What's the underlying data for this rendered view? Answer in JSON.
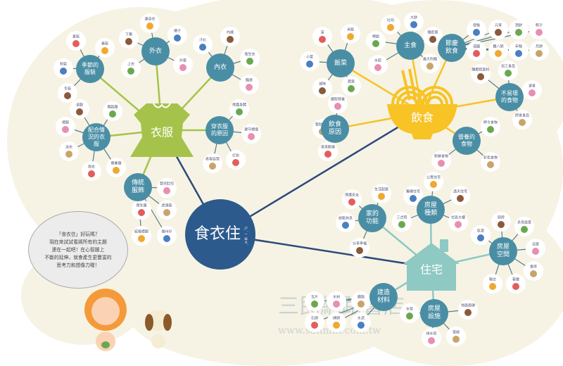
{
  "center": {
    "label": "食衣住",
    "ruby": "ㄕˊ ㄧ ㄓㄨˋ",
    "color": "#2c5a8c"
  },
  "colors": {
    "background": "#f6f3e4",
    "hub": "#4a8ea5",
    "clothing": "#a5c34a",
    "food": "#f7c325",
    "housing": "#8ec9c3",
    "line_main": "#2c4a7c"
  },
  "branches": [
    {
      "label": "衣服",
      "shape": "dress-icon",
      "hubs": [
        {
          "label": "季節的服裝",
          "leaves": [
            "夏裝",
            "春裝",
            "秋裝",
            "冬裝"
          ]
        },
        {
          "label": "外衣",
          "leaves": [
            "連身衣",
            "襪子",
            "下著",
            "上衣",
            "外套"
          ]
        },
        {
          "label": "內衣",
          "leaves": [
            "汗衫",
            "內褲",
            "衛生衣",
            "胸罩"
          ]
        },
        {
          "label": "配合情況的衣服",
          "leaves": [
            "道服",
            "舞蹈服",
            "禮服",
            "泳衣",
            "雨衣",
            "畢業服"
          ]
        },
        {
          "label": "穿衣服的原因",
          "leaves": [
            "保護身體",
            "遵守禮儀",
            "表現自我",
            "打扮"
          ]
        },
        {
          "label": "傳統服飾",
          "leaves": [
            "嬰兒肚兜",
            "虎頭裝",
            "保生服",
            "結婚禮服",
            "福州衫"
          ]
        }
      ]
    },
    {
      "label": "飲食",
      "shape": "noodle-bowl-icon",
      "hubs": [
        {
          "label": "飯菜",
          "leaves": [
            "湯",
            "米飯",
            "小菜",
            "滷味",
            "蔬菜"
          ]
        },
        {
          "label": "主食",
          "leaves": [
            "吐司",
            "大餅",
            "麵疙瘩",
            "稀飯",
            "水餃",
            "義大利麵"
          ]
        },
        {
          "label": "節慶飲食",
          "leaves": [
            "發糕",
            "元宵",
            "潤餅",
            "粽子",
            "月餅",
            "湯圓",
            "臘八粥",
            "年糕"
          ]
        },
        {
          "label": "不易壞的食物",
          "leaves": [
            "醃肥和飲料",
            "加工食品",
            "速食",
            "即食食品"
          ]
        },
        {
          "label": "營養的食物",
          "leaves": [
            "時令食物",
            "新鮮食物",
            "彩色食物"
          ]
        },
        {
          "label": "飲食原因",
          "leaves": [
            "攝取營養",
            "幫助成長",
            "帶來歡樂"
          ]
        }
      ]
    },
    {
      "label": "住宅",
      "shape": "house-icon",
      "hubs": [
        {
          "label": "家的功能",
          "leaves": [
            "保護安全",
            "生活起居",
            "放鬆休息",
            "分享幸福"
          ]
        },
        {
          "label": "房屋種類",
          "leaves": [
            "公寓住宅",
            "獨棟住宅",
            "透天住宅",
            "三合院",
            "社區大樓"
          ]
        },
        {
          "label": "房屋空間",
          "leaves": [
            "臥室",
            "廚房",
            "多用途室",
            "浴室",
            "書房",
            "客廳",
            "陽台"
          ]
        },
        {
          "label": "房屋設施",
          "leaves": [
            "地面瓷磚",
            "水管",
            "排水管",
            "電線"
          ]
        },
        {
          "label": "建造材料",
          "leaves": [
            "瓦片",
            "木材",
            "鋼筋",
            "石頭",
            "磚頭",
            "水泥"
          ]
        }
      ]
    }
  ],
  "speech_bubble": [
    "「食衣住」好玩嗎？",
    "現在來試試看將所有的主題",
    "連在一起吧！在心智圖上",
    "不斷的延伸，就會產生更豐富的",
    "思考力和想像力喔！"
  ],
  "watermark": {
    "name": "三民網路書店",
    "url": "www.sanmin.com.tw"
  }
}
